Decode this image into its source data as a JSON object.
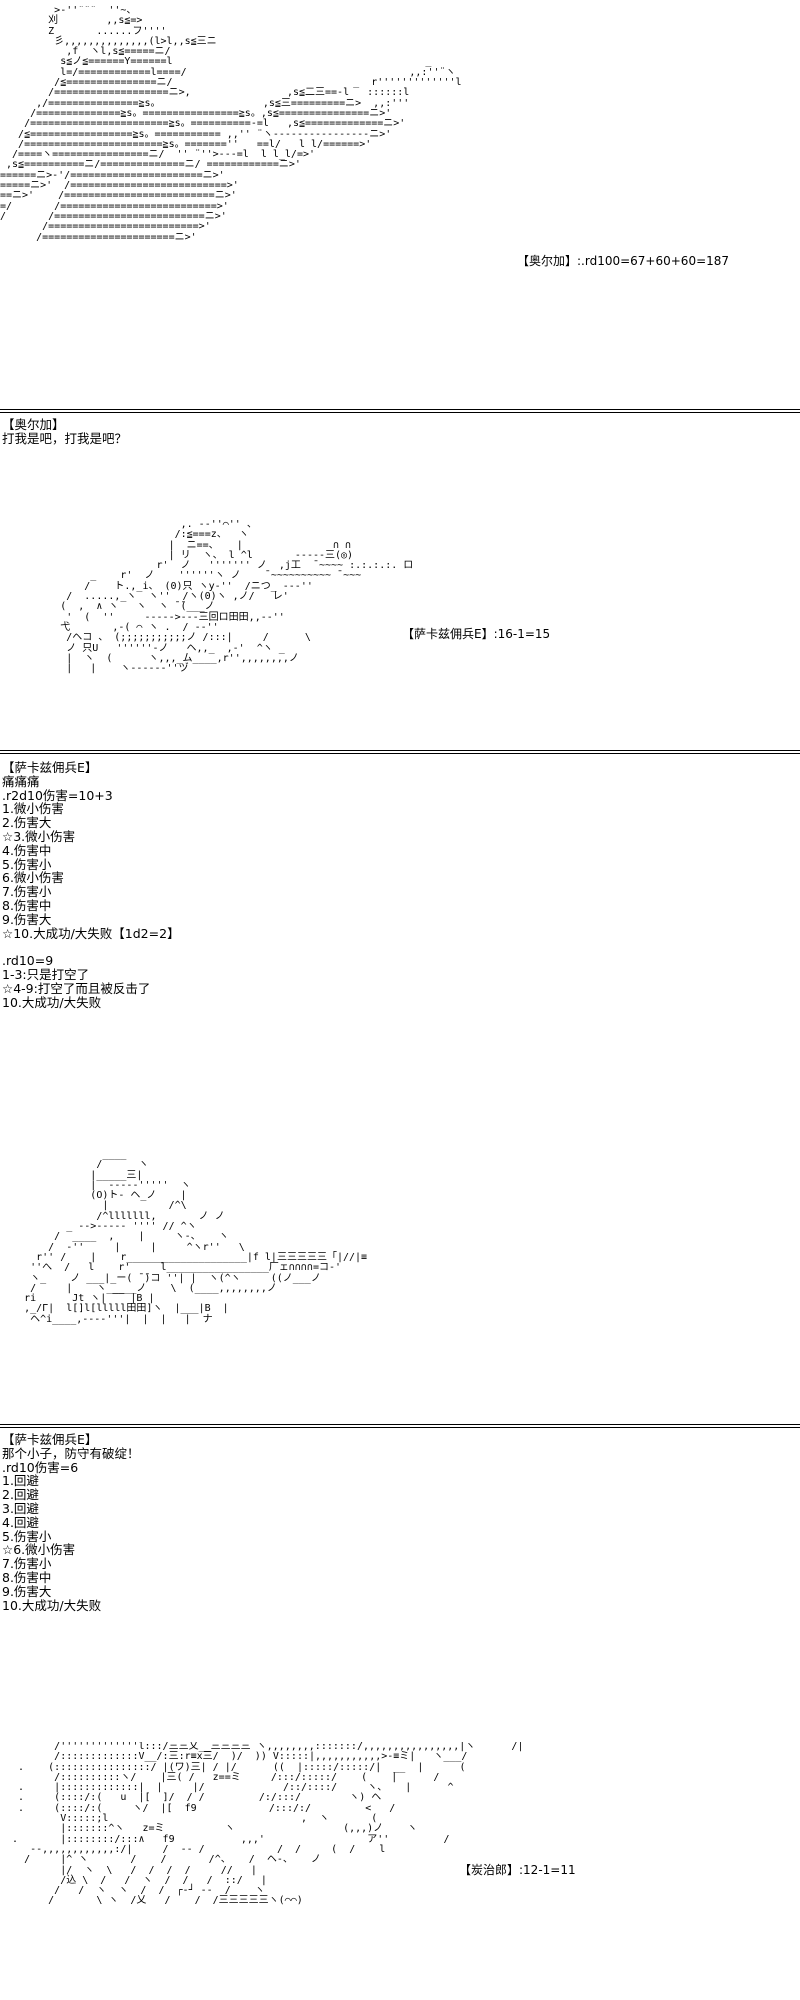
{
  "panel1": {
    "roll": "【奥尔加】:.rd100=67+60+60=187",
    "art": "         >-''¨¨¨  ''~、\n        刈        ,,s≦=>\n        Z       ......フ''''\n         彡,,,,,,,,,,,,,,(l>l,,s≦三ニ\n           ,f  ヽl,s≦=====ニ/\n          s≦ノ≦======Y======l                                          _\n          l=/============l====/                                     ,,:''¨ヽ\n         /≦===============ニ/                              _  r'''''''''''''l\n        /===================ニ>,                ,s≦二三==-l   ::::::l\n      ,/===============≧s。                 ,s≦三=========ニ>  ,,:'''\n     /==============≧s。================≧s。,s≦===============ニ>'\n    /=======================≧s。==========-=l   ,s≦=============ニ>'\n   /≦=================≧s。=========== ,,'' ¨ヽ----------------ニ>'\n   /=======================≧s。=======''   ==l/   l l/======>'\n  /====ヽ================ニ/  '' ¨''>---=l  l l_l/=>'\n ,s≦==========ニ/==============ニ/ ============ニ>'\n======ニ>-'/======================ニ>'\n=====ニ>'  /==========================>'\n==ニ>'    /=========================ニ>'\n=/       /==========================>'\n/       /=========================ニ>'\n       /=========================>'\n      /======================ニ>'"
  },
  "dialog1": {
    "lines": [
      "【奥尔加】",
      "打我是吧，打我是吧？"
    ]
  },
  "panel2": {
    "roll": "【萨卡兹佣兵E】:16-1=15",
    "art": "                              ,. -‐''⌒'' 、\n                             /:≦===z、  ヽ\n                            |  ニ==、   |               ∩ ∩\n                            | リ  ヽ、 l ^l       ----‐三(◎)\n                          r'  ノ   ''''''' ノ  ,j工  ̄ ~~~~ :.:.:.:. ロ\n               _    r'  ノ    ''''''ヽ ノ    ̄ ~~~~~~~~~~ ̄ ~~~\n              /    ト.,_i、 (0)只 ヽy-''  /ニつ_ ---''\n           /  .....,_ヽ  ヽ''  /ヽ(0)ヽ ,ノ/   レ'\n          (  ,  ∧ ヽ   ヽ  ヽ ̄ ̄(___ノ\n           '  (  ''     ----->---三回ロ田田,,--''\n          弋       ,-( ⌒ ヽ .  / -‐''\n           /ヘコ 、 (;;;;;;;;;;;ノ /:::|     /      \\\n           ノ 只U   ''''''-ノ   ヘ,,_  ,-'  ^ヽ _\n           |  ヽ  (      ヽ,,,_ム____,r'',,,,,,,,ノ\n           |   |    ヽ------''ヅ"
  },
  "dialog2": {
    "lines": [
      "【萨卡兹佣兵E】",
      "痛痛痛",
      ".r2d10伤害=10+3",
      "1.微小伤害",
      "2.伤害大",
      "☆3.微小伤害",
      "4.伤害中",
      "5.伤害小",
      "6.微小伤害",
      "7.伤害小",
      "8.伤害中",
      "9.伤害大",
      "☆10.大成功/大失败【1d2=2】",
      "",
      ".rd10=9",
      "1-3:只是打空了",
      "☆4-9:打空了而且被反击了",
      "10.大成功/大失败"
    ]
  },
  "panel3": {
    "art": "                 ____\n                /      ヽ\n               |_____三|\n               |  ----‐'''''  ヽ\n               (O)ト- ヘ_ノ    |\n                 |          /^\\\n                /^lllllll,       ノ ノ\n           _ -‐>----- '''' // ^ヽ\n         /  ____  ,    |     ヽ-、   ヽ\n        /  -''     |     |     ^ヽr''   \\\n      r'' /    |    r____________________|f l|三三三三三「|//|≡\n     ''へ  /   l    r'     l_________________厂ェ∩∩∩∩=コ-'\n     ヽ_    ノ ___|_ー( ̄ ̄)コ ''| |  ヽ(^ヽ     ((ノ___ノ\n     /     |    ヽ ____ノ    \\  (____,,,,,,,,ノ\n    ri      Jt ヽ|‾‾‾ |B |\n    ,_/Γ|  l[]l[lllll田田]ヽ  |___|B  |\n     ヘ^i____,----'''|  |  |   |  ナ"
  },
  "dialog3": {
    "lines": [
      "【萨卡兹佣兵E】",
      "那个小子，防守有破绽！",
      ".rd10伤害=6",
      "1.回避",
      "2.回避",
      "3.回避",
      "4.回避",
      "5.伤害小",
      "☆6.微小伤害",
      "7.伤害小",
      "8.伤害中",
      "9.伤害大",
      "10.大成功/大失败"
    ]
  },
  "panel4": {
    "roll": "【炭治郎】:12-1=11",
    "art": "         /'''''''''''''l:::/三三乂__三三三三 ヽ,,,,,,,,:::::::/,,,,,,,,,,,,,,,,|ヽ      /|\n         /:::::::::::::V__/:三:r≡x三/  )/  )) V:::::|,,,,,,,,,,,>-≡ミ|   ヽ___/ \n   .    (::::::::::::::::/ |(ワ)三| / |/      ((  |:::::/:::::/|  __  |      (\n         /::::::::::ヽ/    |三( /   z==ミ     /:::/:::::/    (    |      /\n   .     |:::::::::::::|  |     |/             /::/::::/     ヽ、   |      ^\n   .     (::::/:(   u  |[  ]/  / /         /:/:::/        ヽ) ヘ\n   .     (::::/:(     ヽ/  |[  f9            /:::/:/         <   /\n          V:::::;l                                ,  ヽ       (\n          |:::::::^ヽ   z=ミ          ヽ                  (,,,)ノ    ヽ\n  .       |::::::::/:::∧   f9           ,,,'                 ア''         /\n     --,,,,,,,,,,,,:/|     /  -- /            /  /     (  /    l\n    /     |^ ヽ       /    /       /^、   /  ヘ-、   ノ\n          |/  ヽ  \\   /  /  /  /     //   |\n          /込 \\  /   /  ヽ  /  /   /  ::/   |\n         /   /  ヽ  ヽ  /  /  ┌-┘ --  /    ヽ\n        /       \\ ヽ  /乂   /    /  /三三三三三ヽ(⌒⌒)"
  }
}
